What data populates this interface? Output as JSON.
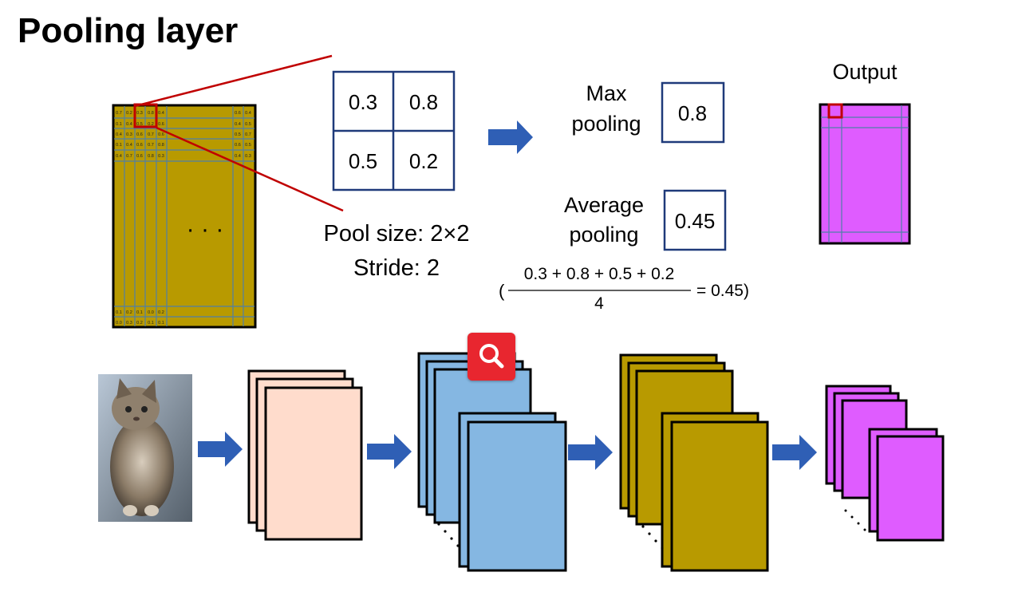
{
  "title": "Pooling layer",
  "pool_grid": [
    "0.3",
    "0.8",
    "0.5",
    "0.2"
  ],
  "pool_info": {
    "size": "Pool size: 2×2",
    "stride": "Stride: 2"
  },
  "max_pooling": {
    "label_1": "Max",
    "label_2": "pooling",
    "value": "0.8"
  },
  "avg_pooling": {
    "label_1": "Average",
    "label_2": "pooling",
    "value": "0.45"
  },
  "formula": {
    "numerator": "0.3 + 0.8 + 0.5 + 0.2",
    "denominator": "4",
    "result": "= 0.45)"
  },
  "output_label": "Output",
  "ellipsis": "· · ·",
  "matrix_top_left": [
    [
      "0.7",
      "0.2",
      "0.3",
      "0.8",
      "0.4"
    ],
    [
      "0.1",
      "0.4",
      "0.5",
      "0.2",
      "0.6"
    ],
    [
      "0.4",
      "0.3",
      "0.6",
      "0.7",
      "0.6"
    ],
    [
      "0.1",
      "0.4",
      "0.6",
      "0.7",
      "0.8"
    ],
    [
      "0.4",
      "0.7",
      "0.6",
      "0.8",
      "0.3"
    ]
  ],
  "matrix_top_right": [
    [
      "0.6",
      "0.4"
    ],
    [
      "0.4",
      "0.5"
    ],
    [
      "0.5",
      "0.7"
    ],
    [
      "0.6",
      "0.5"
    ],
    [
      "0.4",
      "0.3"
    ]
  ],
  "matrix_bottom_left": [
    [
      "0.1",
      "0.2",
      "0.1",
      "0.0",
      "0.2"
    ],
    [
      "0.0",
      "0.3",
      "0.2",
      "0.1",
      "0.1"
    ]
  ],
  "colors": {
    "feature_map": "#b89a00",
    "output_map": "#df5cff",
    "input_stack": "#ffdccc",
    "conv_stack": "#85b7e2",
    "arrow": "#2f5fb5",
    "grid_border": "#1f3a7a",
    "highlight": "#c00000",
    "zoom_button": "#e8262f"
  },
  "icons": {
    "zoom": "search-icon",
    "photo": "kitten-photo"
  }
}
